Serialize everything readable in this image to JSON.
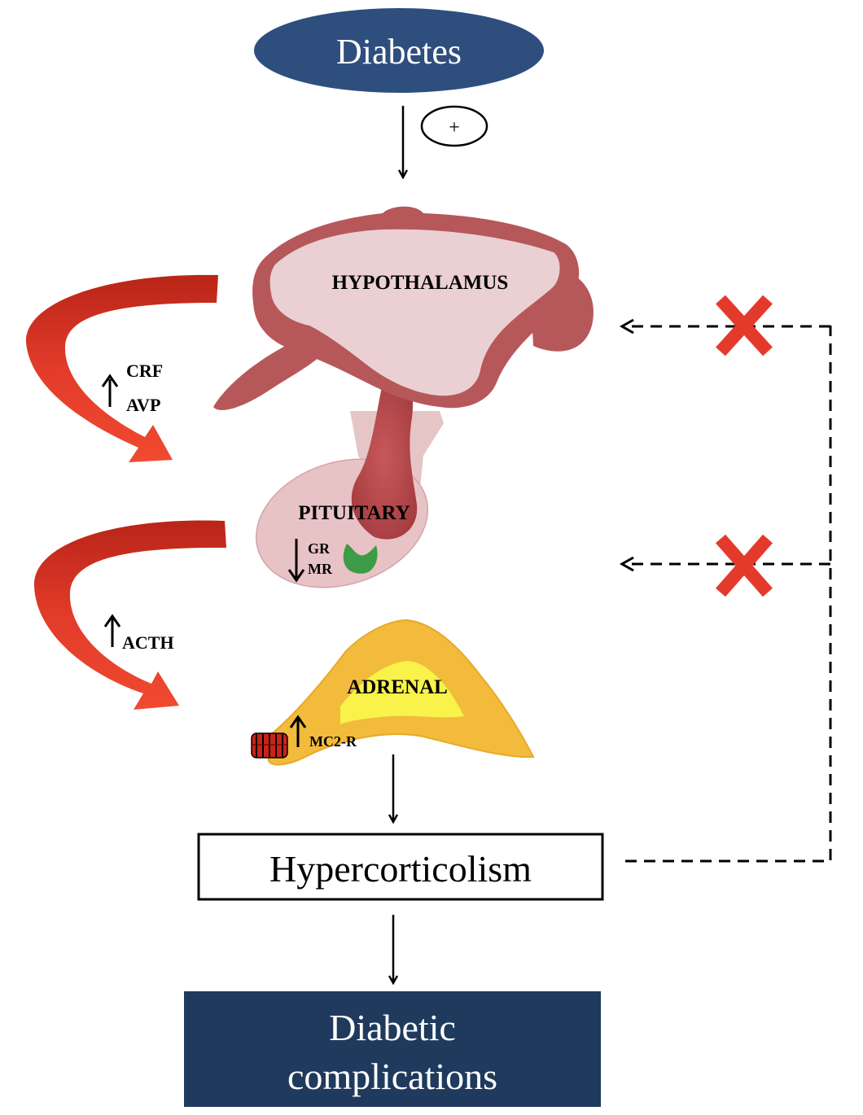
{
  "title_node": {
    "label": "Diabetes",
    "color": "#2E4E7E"
  },
  "stimulus_sign": "+",
  "organs": {
    "hypothalamus": {
      "label": "HYPOTHALAMUS",
      "fill": "#EAD0D2",
      "edge": "#B6585A"
    },
    "pituitary": {
      "label": "PITUITARY",
      "fill": "#E8C3C5"
    },
    "adrenal": {
      "label": "ADRENAL",
      "outer": "#F2BB3C",
      "inner": "#F8F24A"
    }
  },
  "hormones": {
    "upper_top": "CRF",
    "upper_bottom": "AVP",
    "middle": "ACTH"
  },
  "receptors": {
    "pituitary_top": "GR",
    "pituitary_bottom": "MR",
    "adrenal": "MC2-R"
  },
  "outcome_box": {
    "label": "Hypercorticolism"
  },
  "final_box": {
    "line1": "Diabetic",
    "line2": "complications",
    "color": "#1F3A5C"
  },
  "colors": {
    "loop_arrow": "#E23B2A",
    "loop_arrow_dark": "#B82518",
    "blocked_mark": "#E43A2C",
    "receptor_green": "#3E9B47",
    "line": "#000000"
  },
  "icons": {
    "up_arrow": "up-arrow-icon",
    "down_arrow": "down-arrow-icon",
    "blocked": "cross-mark-icon",
    "receptor": "receptor-icon"
  }
}
